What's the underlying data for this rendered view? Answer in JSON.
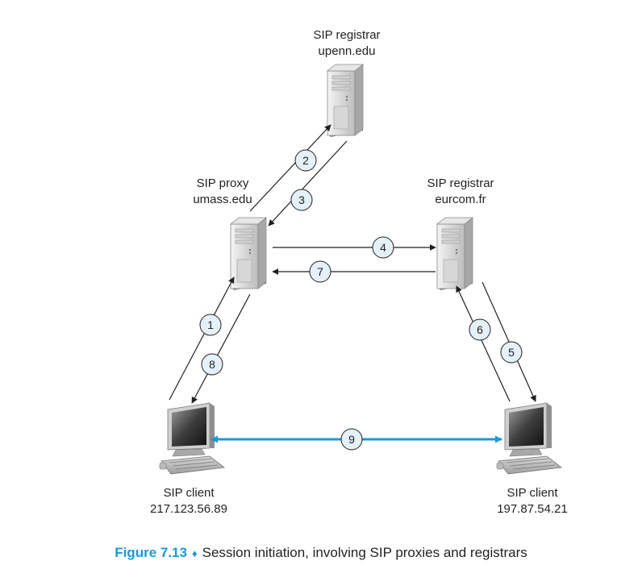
{
  "nodes": {
    "registrar_upenn": {
      "role": "SIP registrar",
      "host": "upenn.edu"
    },
    "proxy_umass": {
      "role": "SIP proxy",
      "host": "umass.edu"
    },
    "registrar_eurcom": {
      "role": "SIP registrar",
      "host": "eurcom.fr"
    },
    "client_left": {
      "role": "SIP client",
      "ip": "217.123.56.89"
    },
    "client_right": {
      "role": "SIP client",
      "ip": "197.87.54.21"
    }
  },
  "steps": [
    "1",
    "2",
    "3",
    "4",
    "5",
    "6",
    "7",
    "8",
    "9"
  ],
  "caption": {
    "figure": "Figure 7.13",
    "separator": "♦",
    "text": "Session initiation, involving SIP proxies and registrars"
  },
  "colors": {
    "media_arrow": "#1a9ad6",
    "figure_label": "#1a9ad6",
    "line": "#231f20"
  }
}
